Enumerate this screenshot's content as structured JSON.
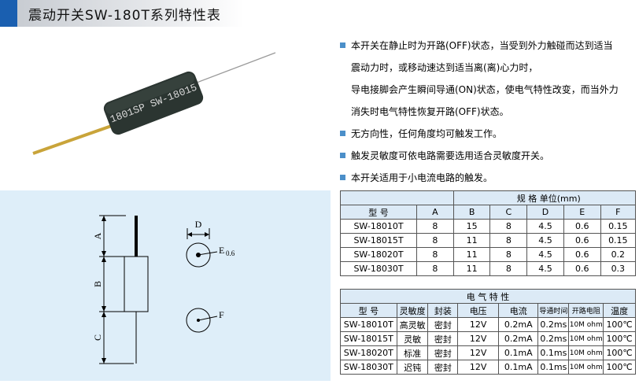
{
  "title": "震动开关SW-180T系列特性表",
  "product_label": "1801SP SW-18015",
  "description": {
    "bullet1_lines": [
      "本开关在静止时为开路(OFF)状态，当受到外力触碰而达到适当",
      "震动力时，或移动速达到适当离(离)心力时，",
      "导电接脚会产生瞬间导通(ON)状态，使电气特性改变，而当外力",
      "消失时电气特性恢复开路(OFF)状态。"
    ],
    "bullet2": "无方向性，任何角度均可触发工作。",
    "bullet3": "触发灵敏度可依电路需要选用适合灵敏度开关。",
    "bullet4": "本开关适用于小电流电路的触发。"
  },
  "diagram": {
    "labels": {
      "a": "A",
      "b": "B",
      "c": "C",
      "d": "D",
      "e": "E",
      "e_sub": "0.6",
      "f": "F"
    }
  },
  "spec_table": {
    "caption": "规    格   单位(mm)",
    "headers": [
      "型  号",
      "A",
      "B",
      "C",
      "D",
      "E",
      "F"
    ],
    "rows": [
      [
        "SW-18010T",
        "8",
        "15",
        "8",
        "4.5",
        "0.6",
        "0.15"
      ],
      [
        "SW-18015T",
        "8",
        "11",
        "8",
        "4.5",
        "0.6",
        "0.15"
      ],
      [
        "SW-18020T",
        "8",
        "11",
        "8",
        "4.5",
        "0.6",
        "0.2"
      ],
      [
        "SW-18030T",
        "8",
        "11",
        "8",
        "4.5",
        "0.6",
        "0.3"
      ]
    ]
  },
  "elec_table": {
    "caption": "电 气 特 性",
    "headers": [
      "型  号",
      "灵敏度",
      "封装",
      "电压",
      "电流",
      "导通时间",
      "开路电阻",
      "温度"
    ],
    "rows": [
      [
        "SW-18010T",
        "高灵敏",
        "密封",
        "12V",
        "0.2mA",
        "0.2ms",
        "10M ohm",
        "100℃"
      ],
      [
        "SW-18015T",
        "灵敏",
        "密封",
        "12V",
        "0.2mA",
        "0.2ms",
        "10M ohm",
        "100℃"
      ],
      [
        "SW-18020T",
        "标准",
        "密封",
        "12V",
        "0.1mA",
        "0.1ms",
        "10M ohm",
        "100℃"
      ],
      [
        "SW-18030T",
        "迟钝",
        "密封",
        "12V",
        "0.1mA",
        "0.1ms",
        "10M ohm",
        "100℃"
      ]
    ]
  },
  "colors": {
    "accent": "#1a5fb0",
    "bullet": "#4b8fc9",
    "diagram_bg": "#deeef9",
    "table_header": "#dceaf6"
  }
}
